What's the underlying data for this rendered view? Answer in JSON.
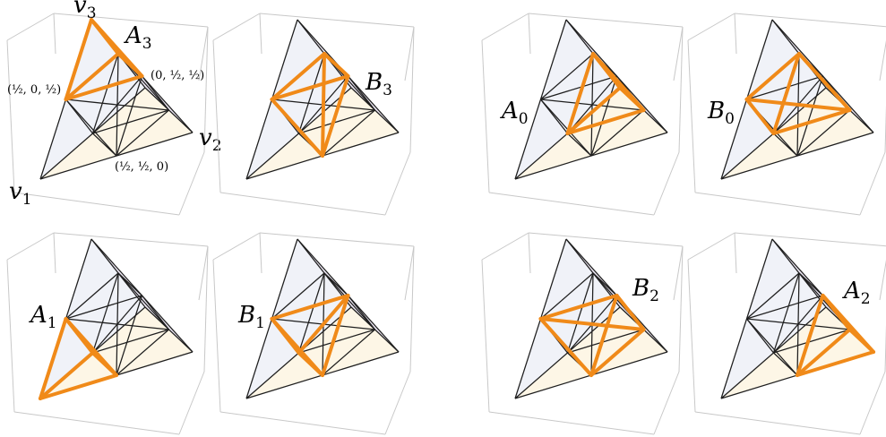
{
  "colors": {
    "highlight": "#f08a19",
    "face_top": "#e6e0ef",
    "face_bottom": "#fdf6e6",
    "face_back": "#e9edf5",
    "edge": "#1e1e1e",
    "box": "#c8c8c8"
  },
  "vertex_labels": {
    "v1": {
      "base": "v",
      "sub": "1"
    },
    "v2": {
      "base": "v",
      "sub": "2"
    },
    "v3": {
      "base": "v",
      "sub": "3"
    }
  },
  "coordinate_labels": {
    "p13": "(½, 0, ½)",
    "p23": "(0, ½, ½)",
    "p12": "(½, ½, 0)"
  },
  "panels": [
    {
      "id": "A3",
      "base": "A",
      "sub": "3"
    },
    {
      "id": "B3",
      "base": "B",
      "sub": "3"
    },
    {
      "id": "A0",
      "base": "A",
      "sub": "0"
    },
    {
      "id": "B0",
      "base": "B",
      "sub": "0"
    },
    {
      "id": "A1",
      "base": "A",
      "sub": "1"
    },
    {
      "id": "B1",
      "base": "B",
      "sub": "1"
    },
    {
      "id": "B2",
      "base": "B",
      "sub": "2"
    },
    {
      "id": "A2",
      "base": "A",
      "sub": "2"
    }
  ]
}
